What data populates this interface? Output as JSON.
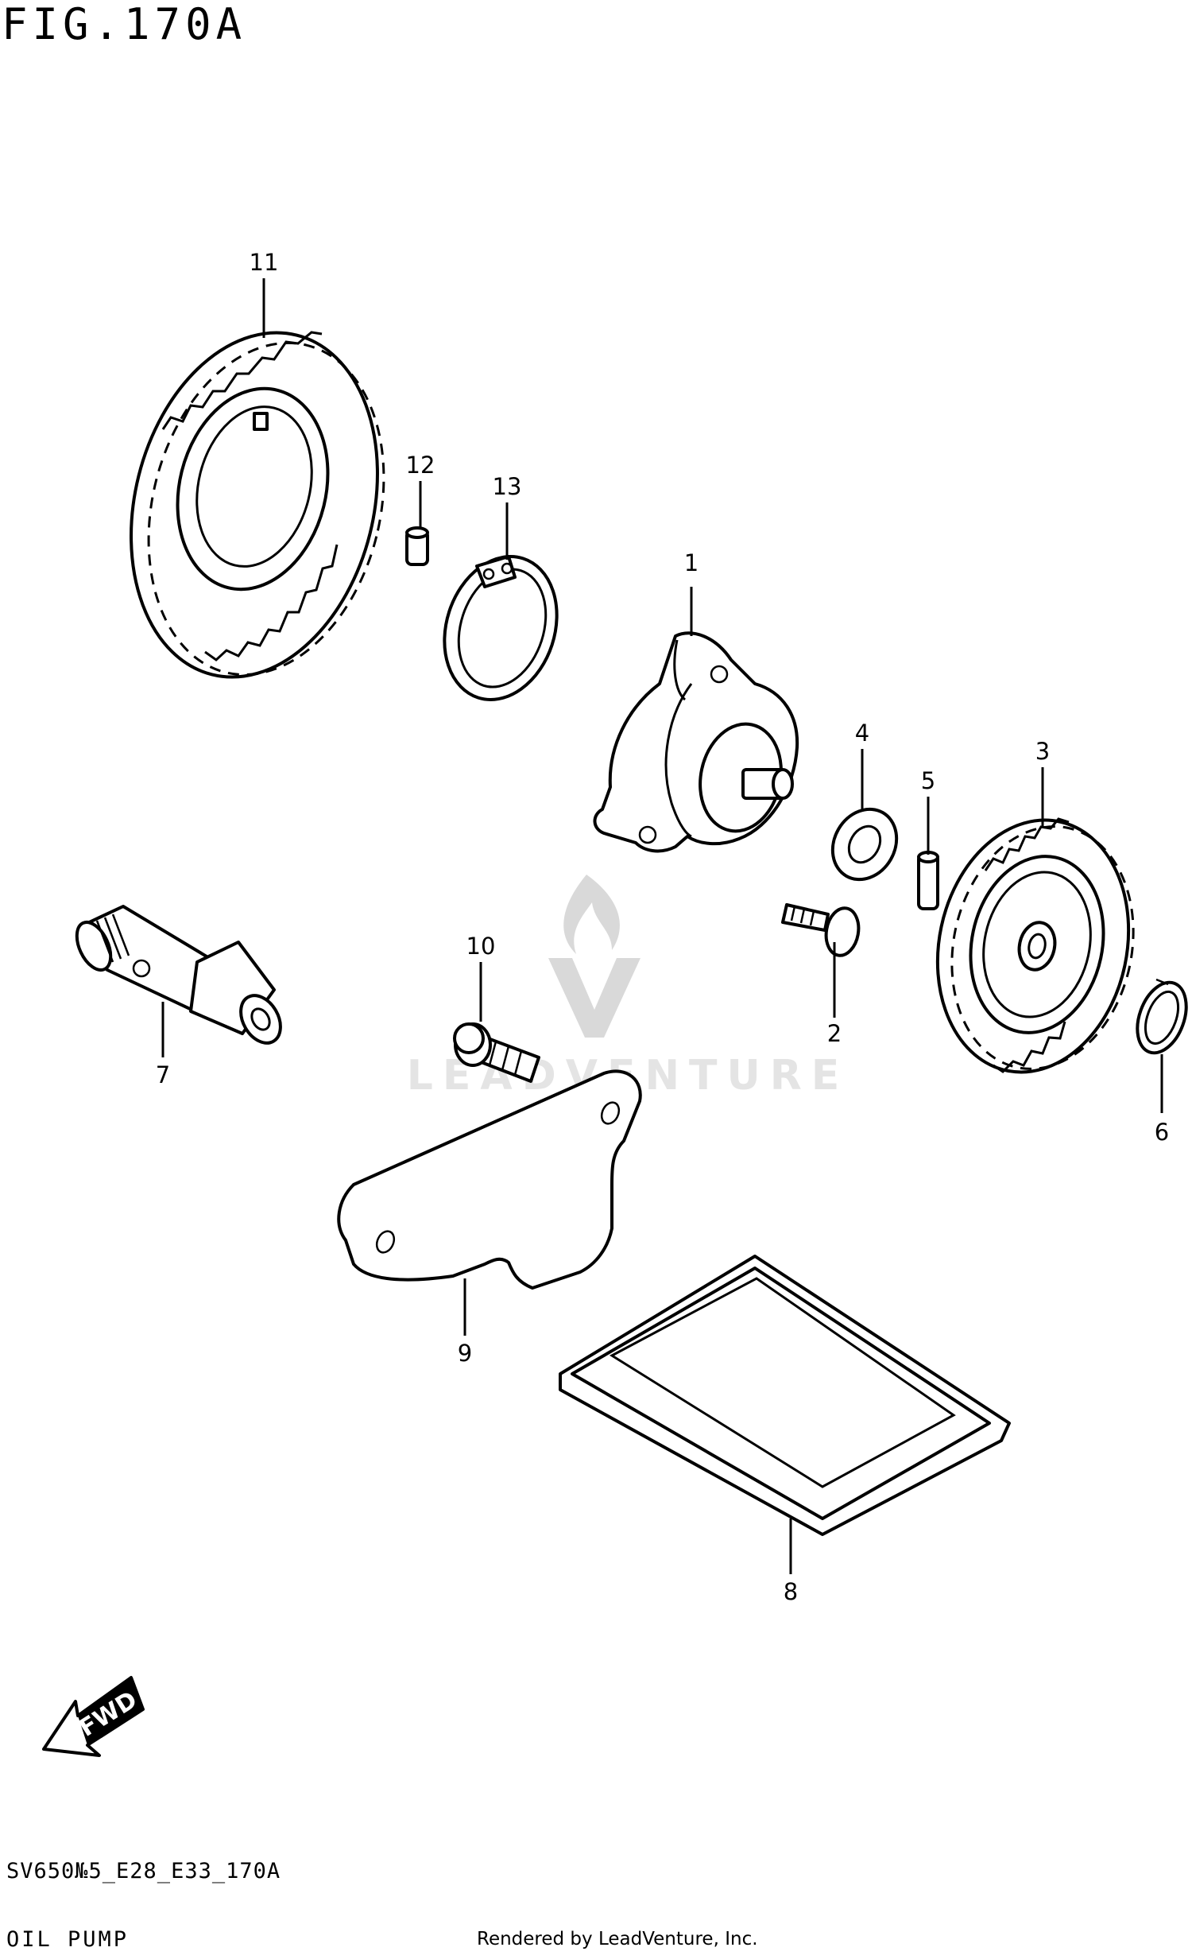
{
  "figure": {
    "title": "FIG.170A",
    "code": "SV650№5_E28_E33_170A",
    "caption": "OIL PUMP",
    "credit": "Rendered by LeadVenture, Inc."
  },
  "watermark": {
    "text": "LEADVENTURE"
  },
  "direction": {
    "label": "FWD"
  },
  "callouts": [
    "1",
    "2",
    "3",
    "4",
    "5",
    "6",
    "7",
    "8",
    "9",
    "10",
    "11",
    "12",
    "13"
  ]
}
